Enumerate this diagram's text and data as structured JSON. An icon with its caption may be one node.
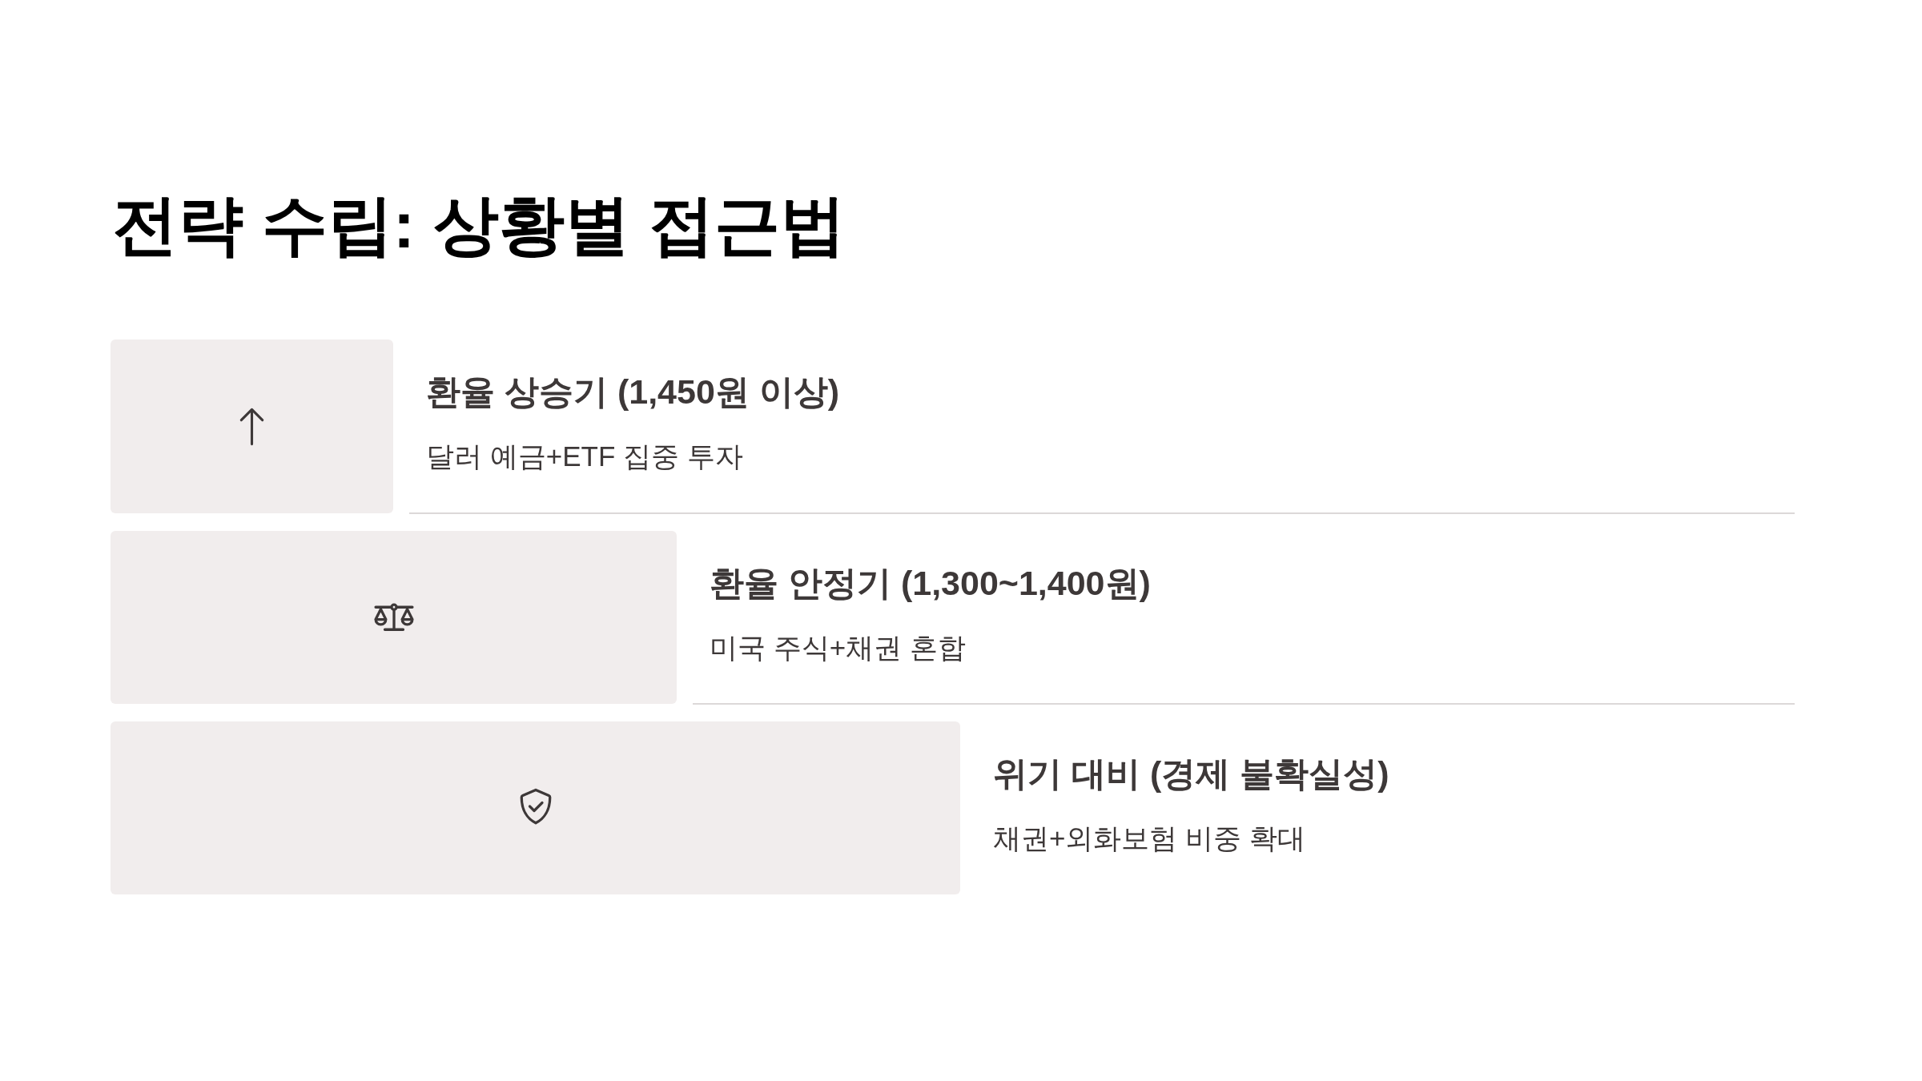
{
  "diagram": {
    "title": "전략 수립: 상황별 접근법",
    "nodes": [
      {
        "text": [
          "환율 상승기 (1,450원 이상)",
          "달러 예금+ETF 집중 투자"
        ]
      },
      {
        "text": [
          "환율 안정기 (1,300~1,400원)",
          "미국 주식+채권 혼합"
        ]
      },
      {
        "text": [
          "위기 대비 (경제 불확실성)",
          "채권+외화보험 비중 확대"
        ]
      }
    ]
  }
}
